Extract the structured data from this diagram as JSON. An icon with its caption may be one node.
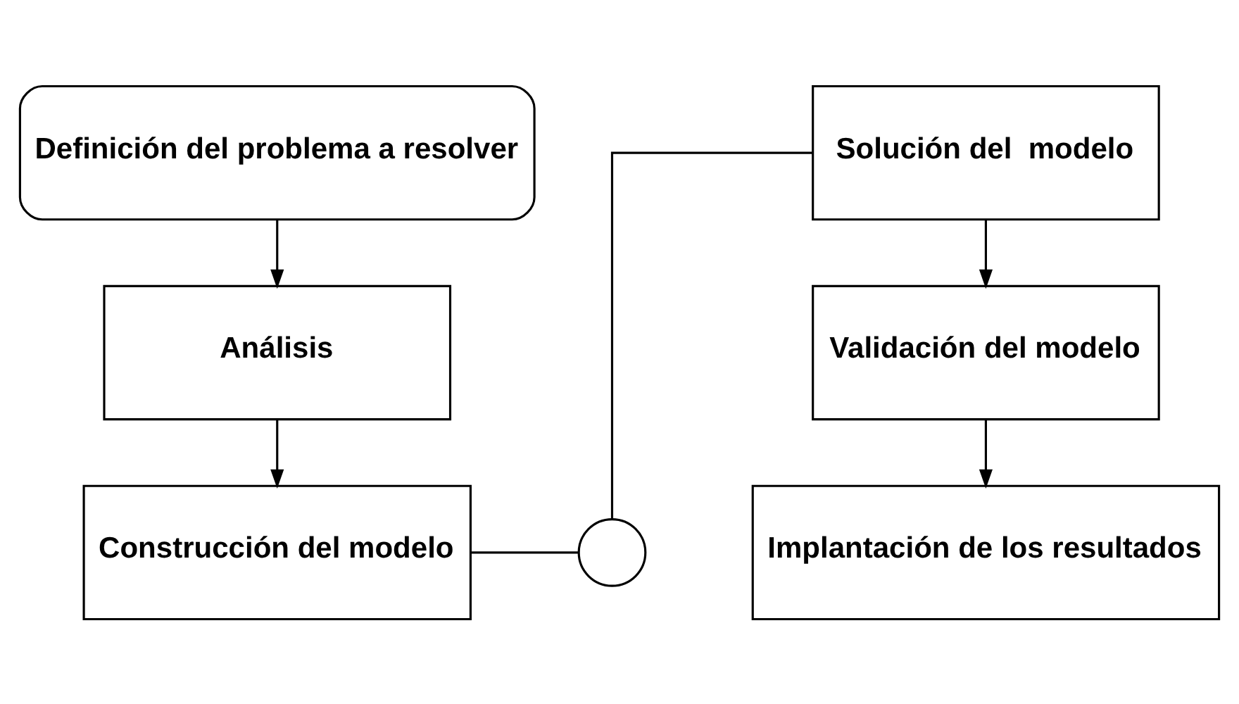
{
  "diagram": {
    "nodes": [
      {
        "text": [
          "Definición del problema a resolver"
        ]
      },
      {
        "text": [
          "Análisis"
        ]
      },
      {
        "text": [
          "Construcción del modelo"
        ]
      },
      {
        "text": [],
        "shape": "circle"
      },
      {
        "text": [
          "Solución del  modelo"
        ]
      },
      {
        "text": [
          "Validación del modelo"
        ]
      },
      {
        "text": [
          "Implantación de los resultados"
        ]
      }
    ],
    "edges": [
      {
        "from": 0,
        "to": 1,
        "arrow": "to"
      },
      {
        "from": 1,
        "to": 2,
        "arrow": "to"
      },
      {
        "from": 2,
        "to": 3,
        "arrow": "none"
      },
      {
        "from": 3,
        "to": 4,
        "arrow": "none"
      },
      {
        "from": 4,
        "to": 5,
        "arrow": "to"
      },
      {
        "from": 5,
        "to": 6,
        "arrow": "to"
      }
    ]
  }
}
